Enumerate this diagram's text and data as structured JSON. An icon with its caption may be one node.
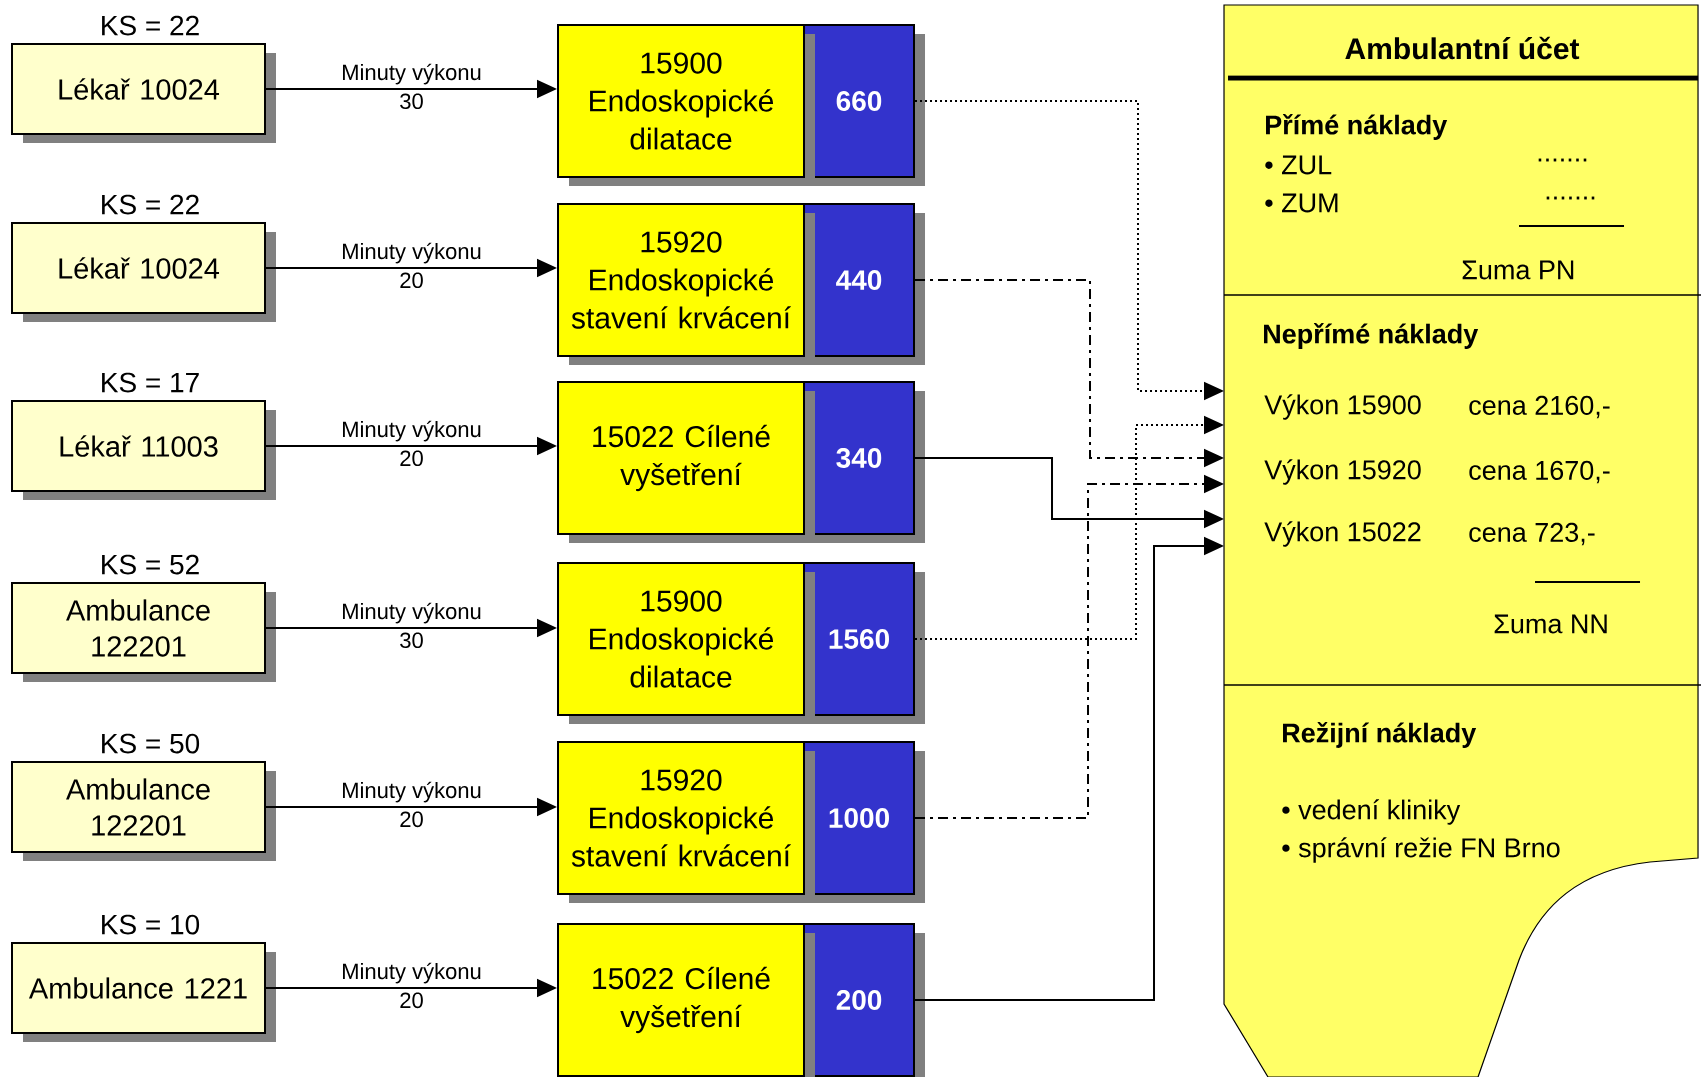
{
  "diagram": {
    "nodes": [
      {
        "text": [
          "Lékař 10024"
        ],
        "beside": [
          "KS = 22"
        ]
      },
      {
        "text": [
          "15900 Endoskopické dilatace"
        ]
      },
      {
        "text": [
          "660"
        ]
      },
      {
        "text": [
          "Lékař 10024"
        ],
        "beside": [
          "KS = 22"
        ]
      },
      {
        "text": [
          "15920 Endoskopické stavení krvácení"
        ]
      },
      {
        "text": [
          "440"
        ]
      },
      {
        "text": [
          "Lékař 11003"
        ],
        "beside": [
          "KS = 17"
        ]
      },
      {
        "text": [
          "15022 Cílené vyšetření"
        ]
      },
      {
        "text": [
          "340"
        ]
      },
      {
        "text": [
          "Ambulance 122201"
        ],
        "beside": [
          "KS = 52"
        ]
      },
      {
        "text": [
          "15900 Endoskopické dilatace"
        ]
      },
      {
        "text": [
          "1560"
        ]
      },
      {
        "text": [
          "Ambulance 122201"
        ],
        "beside": [
          "KS = 50"
        ]
      },
      {
        "text": [
          "15920 Endoskopické stavení krvácení"
        ]
      },
      {
        "text": [
          "1000"
        ]
      },
      {
        "text": [
          "Ambulance 1221"
        ],
        "beside": [
          "KS = 10"
        ]
      },
      {
        "text": [
          "15022 Cílené vyšetření"
        ]
      },
      {
        "text": [
          "200"
        ]
      },
      {
        "text": [
          "Ambulantní účet"
        ]
      },
      {
        "text": [
          "Přímé náklady",
          "• ZUL",
          ".......",
          "• ZUM",
          ".......",
          "Σuma PN"
        ],
        "in": 18
      },
      {
        "text": [
          "Nepřímé náklady",
          "Výkon 15900",
          "cena 2160,-",
          "Výkon 15920",
          "cena 1670,-",
          "Výkon 15022",
          "cena 723,-",
          "Σuma NN"
        ],
        "in": 18
      },
      {
        "text": [
          "Režijní náklady",
          "• vedení kliniky",
          "• správní režie FN Brno"
        ],
        "in": 18
      }
    ],
    "edges": [
      {
        "from": 0,
        "to": 1,
        "arrow": "to",
        "label": "Minuty výkonu"
      },
      {
        "from": 3,
        "to": 4,
        "arrow": "to",
        "label": "Minuty výkonu"
      },
      {
        "from": 6,
        "to": 7,
        "arrow": "to",
        "label": "Minuty výkonu"
      },
      {
        "from": 9,
        "to": 10,
        "arrow": "to",
        "label": "Minuty výkonu"
      },
      {
        "from": 12,
        "to": 13,
        "arrow": "to",
        "label": "Minuty výkonu"
      },
      {
        "from": 15,
        "to": 16,
        "arrow": "to",
        "label": "Minuty výkonu"
      },
      {
        "from": 2,
        "to": 20,
        "arrow": "to",
        "style": "dashed"
      },
      {
        "from": 5,
        "to": 20,
        "arrow": "to",
        "style": "dashed"
      },
      {
        "from": 8,
        "to": 20,
        "arrow": "to"
      },
      {
        "from": 11,
        "to": 20,
        "arrow": "to",
        "style": "dashed"
      },
      {
        "from": 14,
        "to": 20,
        "arrow": "to",
        "style": "dashed"
      },
      {
        "from": 17,
        "to": 20,
        "arrow": "to"
      }
    ],
    "labels": [
      "30",
      "20",
      "20",
      "30",
      "20",
      "20"
    ]
  }
}
